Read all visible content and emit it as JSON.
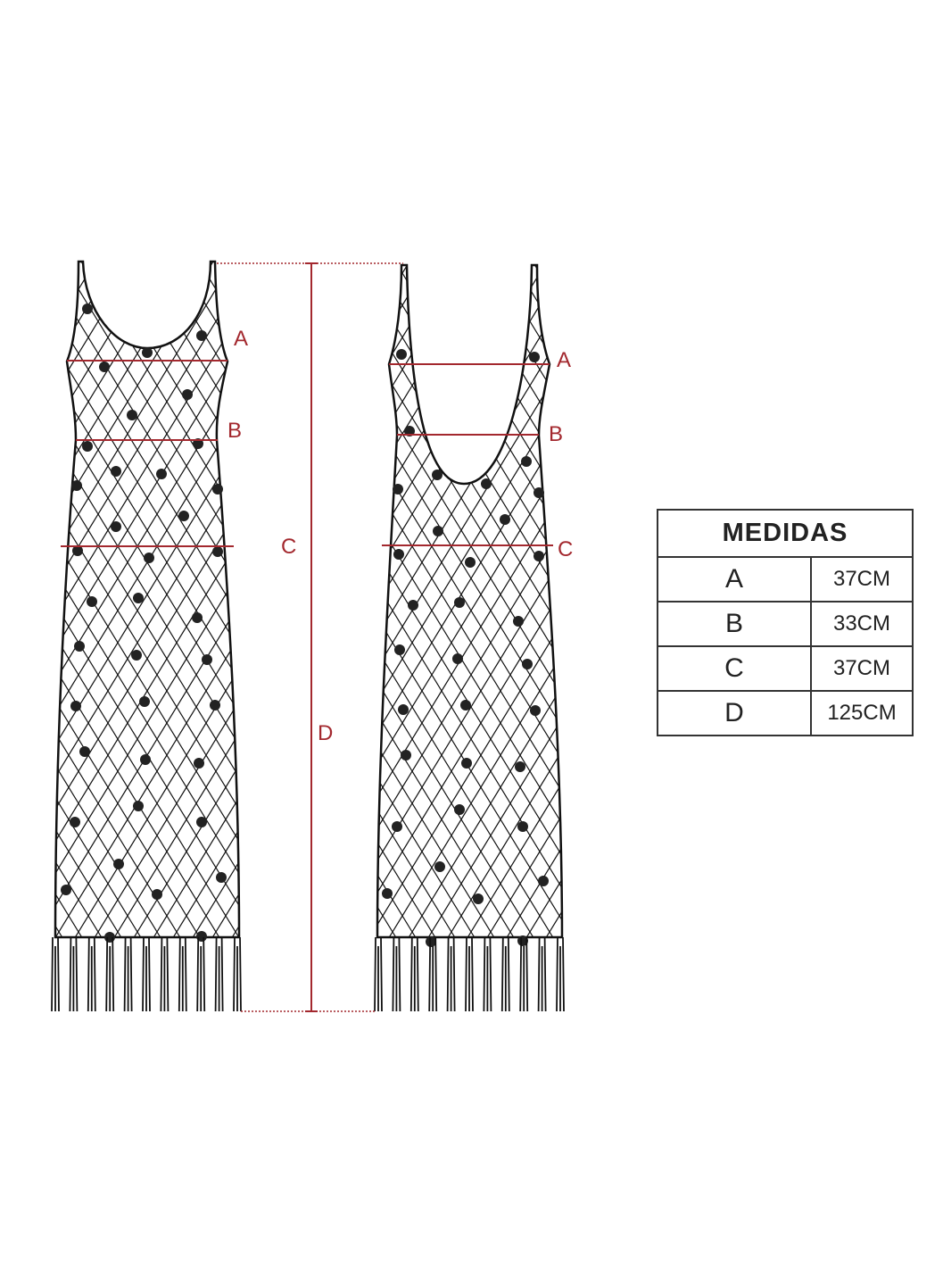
{
  "diagram": {
    "front_labels": {
      "a": "A",
      "b": "B",
      "c": "C",
      "d": "D"
    },
    "back_labels": {
      "a": "A",
      "b": "B",
      "c": "C"
    },
    "line_color": "#a3282e"
  },
  "table": {
    "title": "MEDIDAS",
    "rows": [
      {
        "key": "A",
        "value": "37CM"
      },
      {
        "key": "B",
        "value": "33CM"
      },
      {
        "key": "C",
        "value": "37CM"
      },
      {
        "key": "D",
        "value": "125CM"
      }
    ]
  }
}
